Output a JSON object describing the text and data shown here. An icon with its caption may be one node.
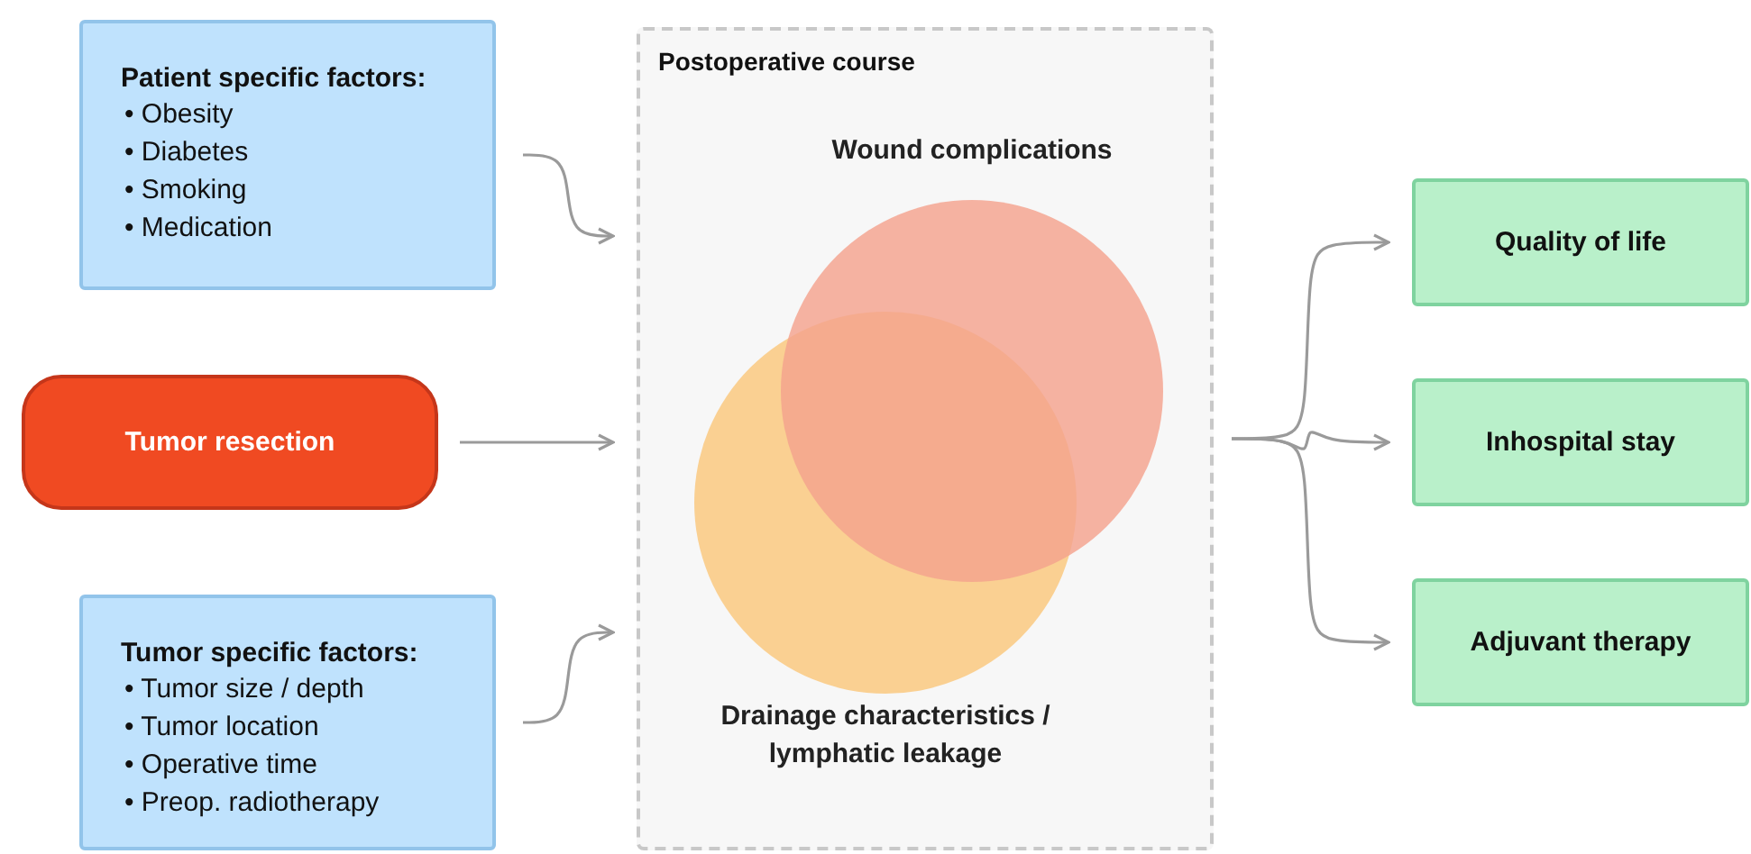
{
  "diagram": {
    "nodes": [
      {
        "text": [
          "Patient specific factors:",
          "• Obesity",
          "• Diabetes",
          "• Smoking",
          "• Medication"
        ]
      },
      {
        "text": [
          "Tumor resection"
        ]
      },
      {
        "text": [
          "Tumor specific factors:",
          "• Tumor size / depth",
          "• Tumor location",
          "• Operative time",
          "• Preop. radiotherapy"
        ]
      },
      {
        "text": [
          "Postoperative course"
        ]
      },
      {
        "text": [
          "Wound complications"
        ],
        "in": 3
      },
      {
        "text": [
          "Drainage characteristics / lymphatic leakage"
        ],
        "in": 3
      },
      {
        "text": [
          "Quality of life"
        ]
      },
      {
        "text": [
          "Inhospital stay"
        ]
      },
      {
        "text": [
          "Adjuvant therapy"
        ]
      }
    ],
    "edges": [
      {
        "from": 0,
        "to": 3,
        "arrow": "to"
      },
      {
        "from": 1,
        "to": 3,
        "arrow": "to"
      },
      {
        "from": 2,
        "to": 3,
        "arrow": "to"
      },
      {
        "from": 3,
        "to": 6,
        "arrow": "to"
      },
      {
        "from": 3,
        "to": 7,
        "arrow": "to"
      },
      {
        "from": 3,
        "to": 8,
        "arrow": "to"
      }
    ]
  }
}
